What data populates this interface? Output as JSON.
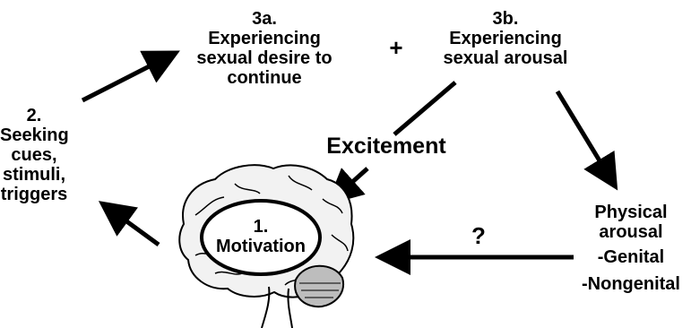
{
  "nodes": {
    "stage_3a": {
      "number": "3a.",
      "line1": "Experiencing",
      "line2": "sexual desire to",
      "line3": "continue"
    },
    "plus": "+",
    "stage_3b": {
      "number": "3b.",
      "line1": "Experiencing",
      "line2": "sexual arousal"
    },
    "stage_2": {
      "number": "2.",
      "line1": "Seeking",
      "line2": "cues,",
      "line3": "stimuli,",
      "line4": "triggers"
    },
    "excitement": "Excitement",
    "stage_1": {
      "number": "1.",
      "label": "Motivation"
    },
    "question": "?",
    "physical": {
      "line1": "Physical",
      "line2": "arousal",
      "item1": "-Genital",
      "item2": "-Nongenital"
    }
  }
}
